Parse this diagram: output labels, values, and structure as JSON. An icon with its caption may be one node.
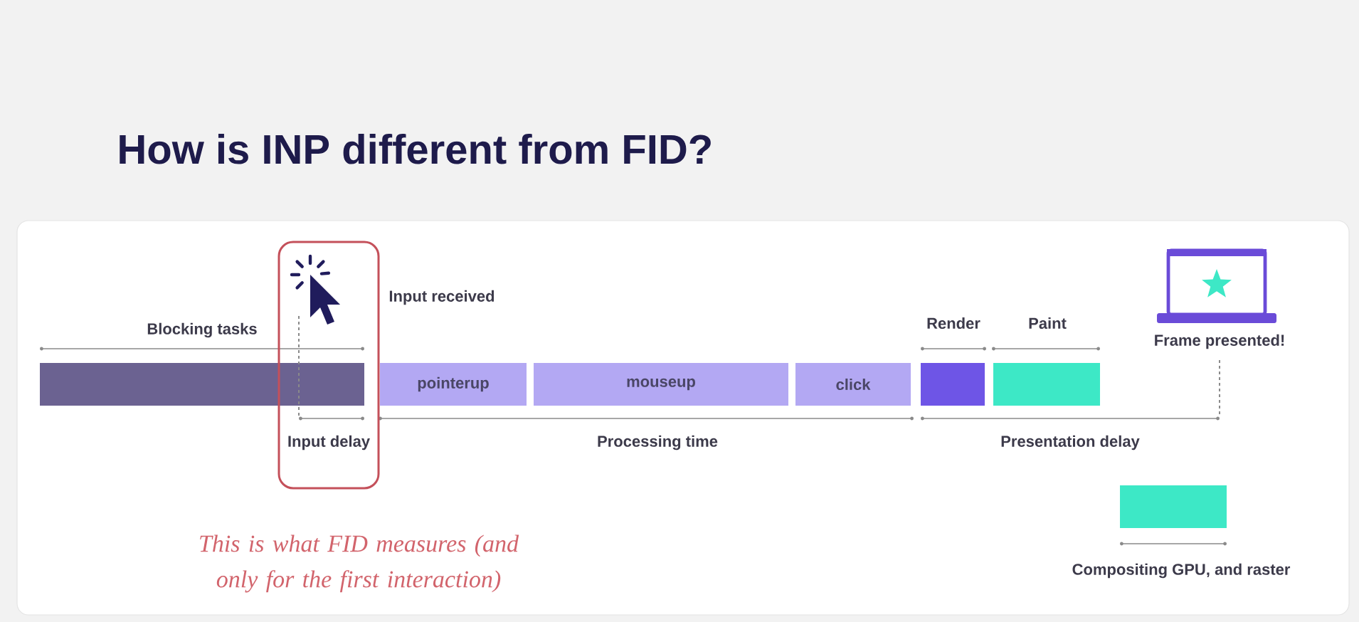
{
  "diagram": {
    "title": "How is INP different from FID?",
    "nodes": [
      {
        "text": [],
        "shape": "bar",
        "beside": [
          "Blocking tasks"
        ]
      },
      {
        "text": [
          "pointerup"
        ]
      },
      {
        "text": [
          "mouseup"
        ]
      },
      {
        "text": [
          "click"
        ]
      },
      {
        "text": [],
        "shape": "bar",
        "beside": [
          "Render"
        ]
      },
      {
        "text": [],
        "shape": "bar",
        "beside": [
          "Paint"
        ]
      },
      {
        "text": [],
        "shape": "bar",
        "beside": [
          "Compositing GPU, and raster"
        ]
      }
    ],
    "labels": [
      "Input received",
      "Frame presented!",
      "Input delay",
      "Processing time",
      "Presentation delay",
      "This is what FID measures (and only for the first interaction)"
    ]
  }
}
